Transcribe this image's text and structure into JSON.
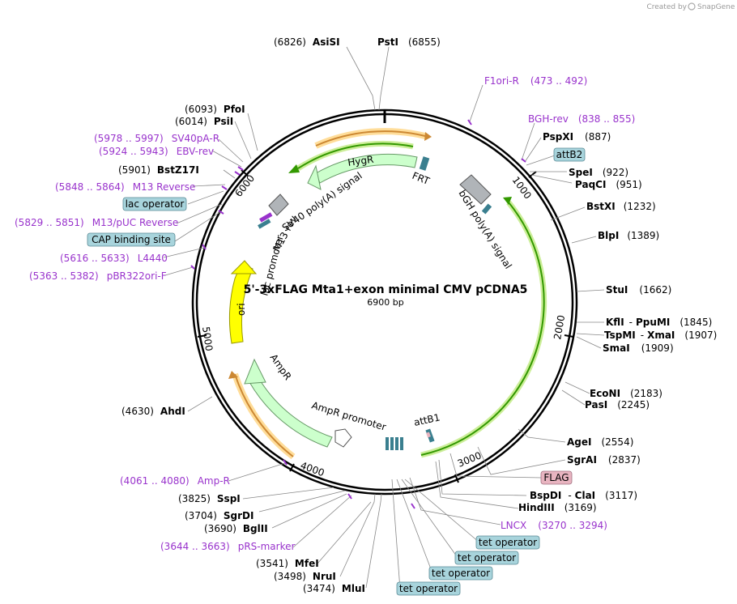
{
  "credit": {
    "prefix": "Created by",
    "brand": "SnapGene"
  },
  "plasmid": {
    "name": "5'-3xFLAG Mta1+exon minimal CMV pCDNA5",
    "length": "6900 bp"
  },
  "ticks": [
    "1000",
    "2000",
    "3000",
    "4000",
    "5000",
    "6000"
  ],
  "sites": [
    {
      "name": "AsiSI",
      "pos": "(6826)"
    },
    {
      "name": "PstI",
      "pos": "(6855)"
    },
    {
      "name": "PspXI",
      "pos": "(887)"
    },
    {
      "name": "SpeI",
      "pos": "(922)"
    },
    {
      "name": "PaqCI",
      "pos": "(951)"
    },
    {
      "name": "BstXI",
      "pos": "(1232)"
    },
    {
      "name": "BlpI",
      "pos": "(1389)"
    },
    {
      "name": "StuI",
      "pos": "(1662)"
    },
    {
      "name": "KflI",
      "name2": "PpuMI",
      "pos": "(1845)"
    },
    {
      "name": "TspMI",
      "name2": "XmaI",
      "pos": "(1907)"
    },
    {
      "name": "SmaI",
      "pos": "(1909)"
    },
    {
      "name": "EcoNI",
      "pos": "(2183)"
    },
    {
      "name": "PasI",
      "pos": "(2245)"
    },
    {
      "name": "AgeI",
      "pos": "(2554)"
    },
    {
      "name": "SgrAI",
      "pos": "(2837)"
    },
    {
      "name": "BspDI",
      "name2": "ClaI",
      "pos": "(3117)"
    },
    {
      "name": "HindIII",
      "pos": "(3169)"
    },
    {
      "name": "MluI",
      "pos": "(3474)"
    },
    {
      "name": "NruI",
      "pos": "(3498)"
    },
    {
      "name": "MfeI",
      "pos": "(3541)"
    },
    {
      "name": "BglII",
      "pos": "(3690)"
    },
    {
      "name": "SgrDI",
      "pos": "(3704)"
    },
    {
      "name": "SspI",
      "pos": "(3825)"
    },
    {
      "name": "AhdI",
      "pos": "(4630)"
    },
    {
      "name": "BstZ17I",
      "pos": "(5901)"
    },
    {
      "name": "PsiI",
      "pos": "(6014)"
    },
    {
      "name": "PfoI",
      "pos": "(6093)"
    }
  ],
  "primers": [
    {
      "name": "F1ori-R",
      "range": "(473 .. 492)"
    },
    {
      "name": "BGH-rev",
      "range": "(838 .. 855)"
    },
    {
      "name": "LNCX",
      "range": "(3270 .. 3294)"
    },
    {
      "name": "pRS-marker",
      "range": "(3644 .. 3663)"
    },
    {
      "name": "Amp-R",
      "range": "(4061 .. 4080)"
    },
    {
      "name": "pBR322ori-F",
      "range": "(5363 .. 5382)"
    },
    {
      "name": "L4440",
      "range": "(5616 .. 5633)"
    },
    {
      "name": "M13/pUC Reverse",
      "range": "(5829 .. 5851)"
    },
    {
      "name": "M13 Reverse",
      "range": "(5848 .. 5864)"
    },
    {
      "name": "EBV-rev",
      "range": "(5924 .. 5943)"
    },
    {
      "name": "SV40pA-R",
      "range": "(5978 .. 5997)"
    }
  ],
  "boxed": [
    {
      "label": "attB2"
    },
    {
      "label": "FLAG"
    },
    {
      "label": "tet operator"
    },
    {
      "label": "tet operator"
    },
    {
      "label": "tet operator"
    },
    {
      "label": "tet operator"
    },
    {
      "label": "lac operator"
    },
    {
      "label": "CAP binding site"
    }
  ],
  "features": [
    {
      "label": "HygR"
    },
    {
      "label": "FRT"
    },
    {
      "label": "SV40 poly(A) signal"
    },
    {
      "label": "bGH poly(A) signal"
    },
    {
      "label": "M13 rev"
    },
    {
      "label": "lac promoter"
    },
    {
      "label": "ori"
    },
    {
      "label": "AmpR"
    },
    {
      "label": "AmpR promoter"
    },
    {
      "label": "attB1"
    }
  ],
  "colors": {
    "hygr_fill": "#ccffcc",
    "hygr_stroke": "#669966",
    "ori_fill": "#ffff00",
    "ori_stroke": "#999900",
    "green_arc": "#339900",
    "green_halo": "#ccee99",
    "orange_arc": "#cc8833",
    "orange_halo": "#ffdd99",
    "primer": "#9933cc",
    "box_fill": "#a8d4dc",
    "flag_fill": "#e8b4c0",
    "gray_feature": "#b0b4b8",
    "teal_feature": "#3a7f8f"
  }
}
